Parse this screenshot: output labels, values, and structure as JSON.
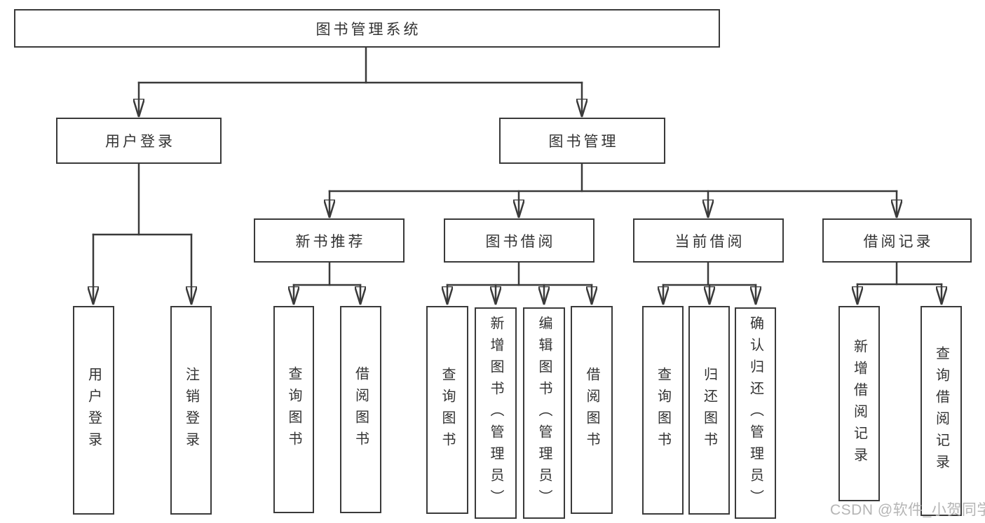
{
  "tree": {
    "label": "图书管理系统",
    "children": [
      {
        "label": "用户登录",
        "children": [
          {
            "label": "用户登录"
          },
          {
            "label": "注销登录"
          }
        ]
      },
      {
        "label": "图书管理",
        "children": [
          {
            "label": "新书推荐",
            "children": [
              {
                "label": "查询图书"
              },
              {
                "label": "借阅图书"
              }
            ]
          },
          {
            "label": "图书借阅",
            "children": [
              {
                "label": "查询图书"
              },
              {
                "label": "新增图书（管理员）"
              },
              {
                "label": "编辑图书（管理员）"
              },
              {
                "label": "借阅图书"
              }
            ]
          },
          {
            "label": "当前借阅",
            "children": [
              {
                "label": "查询图书"
              },
              {
                "label": "归还图书"
              },
              {
                "label": "确认归还（管理员）"
              }
            ]
          },
          {
            "label": "借阅记录",
            "children": [
              {
                "label": "新增借阅记录"
              },
              {
                "label": "查询借阅记录"
              }
            ]
          }
        ]
      }
    ]
  },
  "watermark": {
    "text": "CSDN @软件_小贺同学"
  },
  "colors": {
    "line": "#3a3a3a",
    "box_fill": "#ffffff",
    "text": "#333333",
    "watermark": "#b5b5b5"
  }
}
